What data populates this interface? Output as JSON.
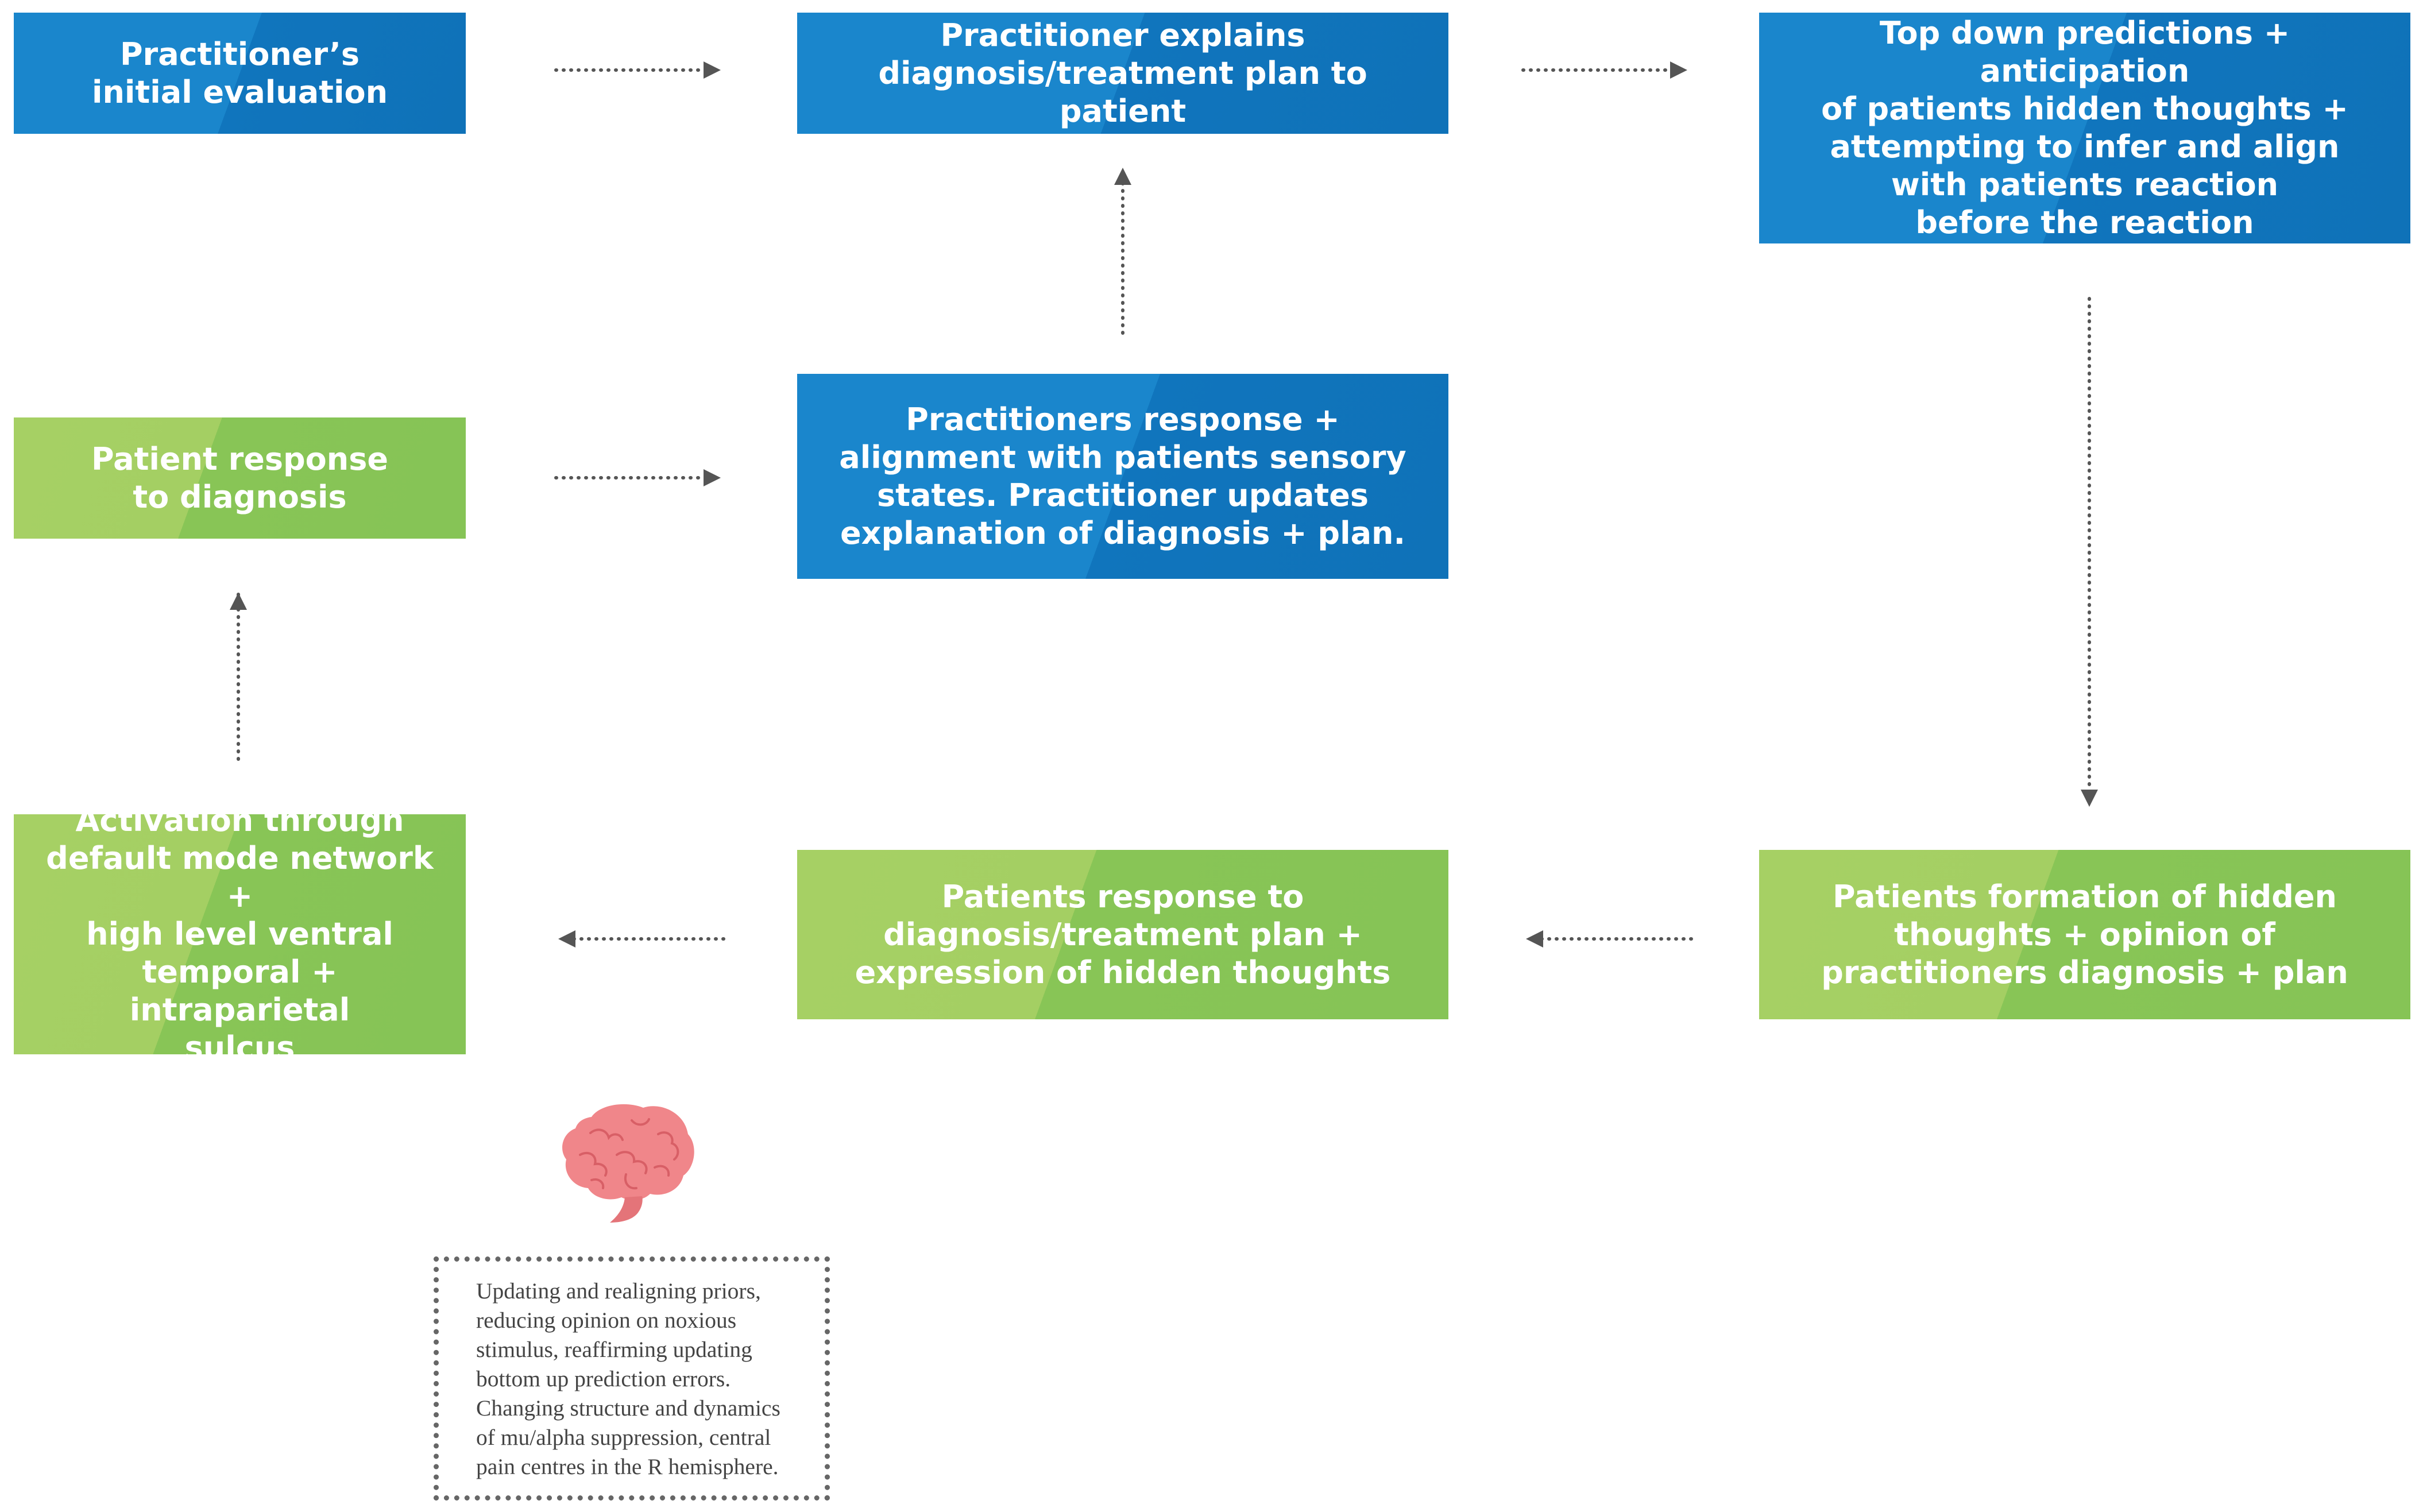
{
  "boxes": {
    "initial_evaluation": "Practitioner’s\ninitial evaluation",
    "explains_plan": "Practitioner explains\ndiagnosis/treatment plan to patient",
    "top_down_predictions": "Top down predictions + anticipation\nof patients hidden thoughts +\nattempting to infer and align\nwith patients reaction\nbefore the reaction",
    "practitioner_response": "Practitioners response +\nalignment with patients sensory\nstates. Practitioner updates\nexplanation of diagnosis + plan.",
    "patient_response_to_diagnosis": "Patient response\nto diagnosis",
    "activation": "Activation through\ndefault mode network +\nhigh level ventral\ntemporal + intraparietal\nsulcus",
    "patients_response_expression": "Patients response to\ndiagnosis/treatment plan +\nexpression of hidden thoughts",
    "hidden_thoughts_formation": "Patients formation of hidden\nthoughts + opinion of\npractitioners diagnosis + plan"
  },
  "note": {
    "text": "Updating and realigning priors,\nreducing opinion on noxious\nstimulus, reaffirming updating\nbottom up prediction errors.\nChanging structure and dynamics\nof mu/alpha suppression, central\npain centres in the R hemisphere."
  },
  "icons": {
    "brain": "brain-icon"
  },
  "colors": {
    "practitioner_blue": "#1a86cc",
    "patient_green": "#8cc758",
    "arrow_gray": "#555555",
    "brain_pink": "#f0868a"
  }
}
